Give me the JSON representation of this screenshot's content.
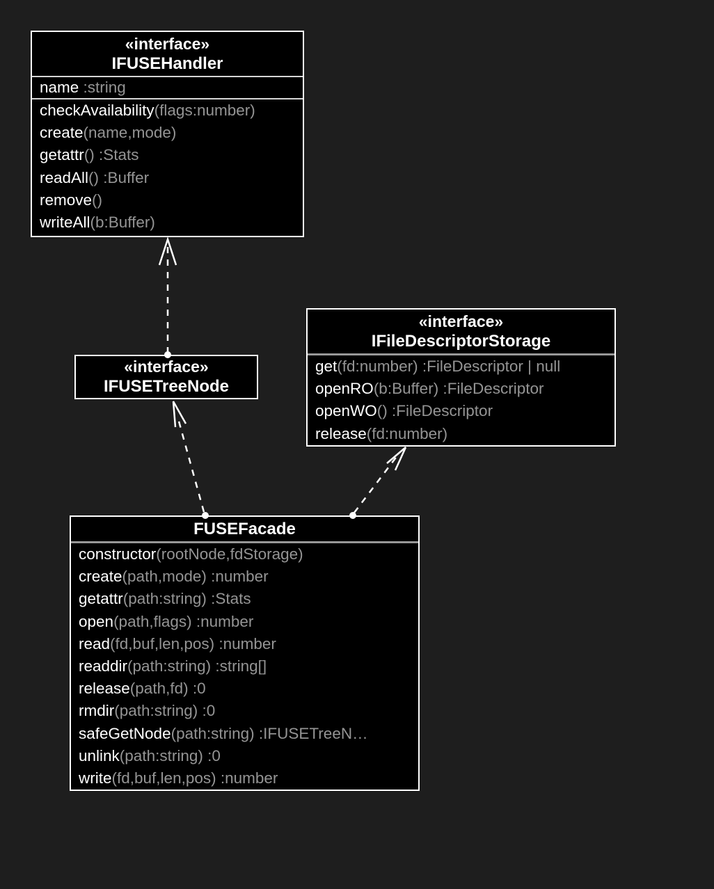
{
  "diagram": {
    "type": "uml-class-diagram",
    "theme": {
      "background": "#1e1e1e",
      "node_fill": "#000000",
      "node_border": "#ffffff",
      "title_color": "#ffffff",
      "member_name_color": "#ffffff",
      "member_signature_color": "#949494",
      "edge_color": "#ffffff"
    }
  },
  "classes": [
    {
      "id": "IFUSEHandler",
      "stereotype": "«interface»",
      "name": "IFUSEHandler",
      "attributes": [
        {
          "name": "name",
          "sig": " :string"
        }
      ],
      "methods": [
        {
          "name": "checkAvailability",
          "sig": "(flags:number)"
        },
        {
          "name": "create",
          "sig": "(name,mode)"
        },
        {
          "name": "getattr",
          "sig": "() :Stats"
        },
        {
          "name": "readAll",
          "sig": "() :Buffer"
        },
        {
          "name": "remove",
          "sig": "()"
        },
        {
          "name": "writeAll",
          "sig": "(b:Buffer)"
        }
      ]
    },
    {
      "id": "IFUSETreeNode",
      "stereotype": "«interface»",
      "name": "IFUSETreeNode",
      "attributes": [],
      "methods": []
    },
    {
      "id": "IFileDescriptorStorage",
      "stereotype": "«interface»",
      "name": "IFileDescriptorStorage",
      "attributes": [],
      "methods": [
        {
          "name": "get",
          "sig": "(fd:number) :FileDescriptor | null"
        },
        {
          "name": "openRO",
          "sig": "(b:Buffer) :FileDescriptor"
        },
        {
          "name": "openWO",
          "sig": "() :FileDescriptor"
        },
        {
          "name": "release",
          "sig": "(fd:number)"
        }
      ]
    },
    {
      "id": "FUSEFacade",
      "stereotype": "",
      "name": "FUSEFacade",
      "attributes": [],
      "methods": [
        {
          "name": "constructor",
          "sig": "(rootNode,fdStorage)"
        },
        {
          "name": "create",
          "sig": "(path,mode) :number"
        },
        {
          "name": "getattr",
          "sig": "(path:string) :Stats"
        },
        {
          "name": "open",
          "sig": "(path,flags) :number"
        },
        {
          "name": "read",
          "sig": "(fd,buf,len,pos) :number"
        },
        {
          "name": "readdir",
          "sig": "(path:string) :string[]"
        },
        {
          "name": "release",
          "sig": "(path,fd) :0"
        },
        {
          "name": "rmdir",
          "sig": "(path:string) :0"
        },
        {
          "name": "safeGetNode",
          "sig": "(path:string) :IFUSETreeN…"
        },
        {
          "name": "unlink",
          "sig": "(path:string) :0"
        },
        {
          "name": "write",
          "sig": "(fd,buf,len,pos) :number"
        }
      ]
    }
  ],
  "edges": [
    {
      "from": "IFUSETreeNode",
      "to": "IFUSEHandler",
      "line": "dashed",
      "head": "open-arrow",
      "tail": "dot"
    },
    {
      "from": "FUSEFacade",
      "to": "IFUSETreeNode",
      "line": "dashed",
      "head": "open-arrow",
      "tail": "dot"
    },
    {
      "from": "FUSEFacade",
      "to": "IFileDescriptorStorage",
      "line": "dashed",
      "head": "open-arrow",
      "tail": "dot"
    }
  ]
}
